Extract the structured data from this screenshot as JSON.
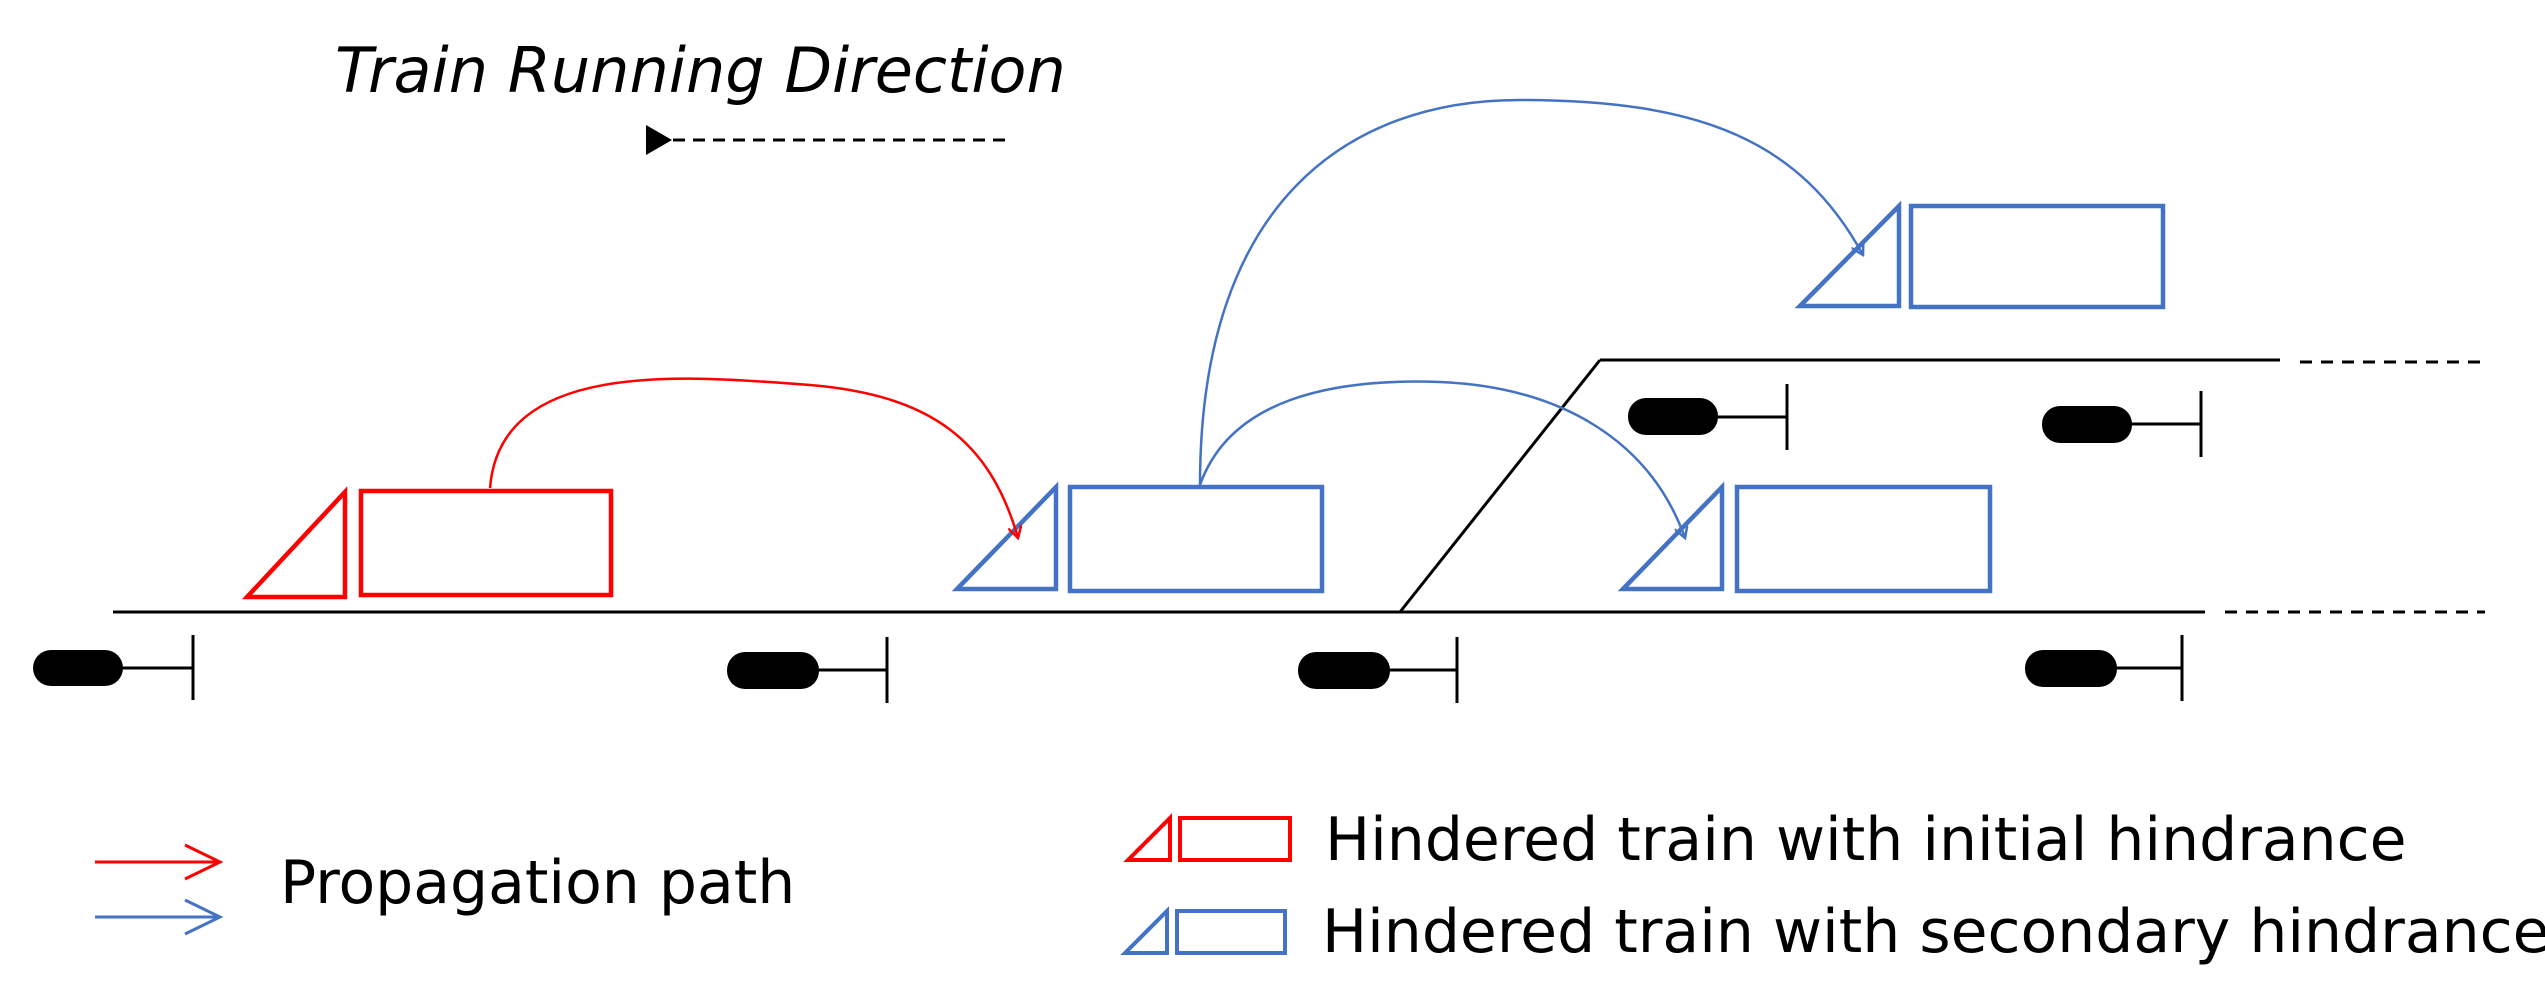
{
  "title": "Train Running Direction",
  "legend": {
    "propagation_path": "Propagation path",
    "initial_hindrance": "Hindered train with initial hindrance",
    "secondary_hindrance": "Hindered train with secondary hindrance"
  },
  "colors": {
    "initial": "#ff0000",
    "secondary": "#4472c4",
    "track": "#000000"
  },
  "trains": [
    {
      "id": "train-initial",
      "hindrance": "initial"
    },
    {
      "id": "train-secondary-middle",
      "hindrance": "secondary"
    },
    {
      "id": "train-secondary-branch",
      "hindrance": "secondary"
    },
    {
      "id": "train-secondary-main-right",
      "hindrance": "secondary"
    }
  ],
  "propagation_paths": [
    {
      "from": "train-initial",
      "to": "train-secondary-middle",
      "color": "initial"
    },
    {
      "from": "train-secondary-middle",
      "to": "train-secondary-branch",
      "color": "secondary"
    },
    {
      "from": "train-secondary-middle",
      "to": "train-secondary-main-right",
      "color": "secondary"
    }
  ]
}
